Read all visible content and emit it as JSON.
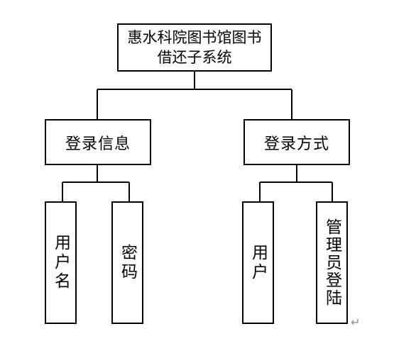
{
  "diagram": {
    "root": {
      "label": "惠水科院图书馆图书借还子系统"
    },
    "branches": [
      {
        "label": "登录信息",
        "children": [
          "用户名",
          "密码"
        ]
      },
      {
        "label": "登录方式",
        "children": [
          "用户",
          "管理员登陆"
        ]
      }
    ]
  },
  "colors": {
    "stroke": "#000000",
    "background": "#ffffff",
    "return_mark": "#8a8a8a"
  },
  "icons": {
    "paragraph_mark": "return-arrow-icon",
    "paragraph_mark_glyph": "↵"
  }
}
